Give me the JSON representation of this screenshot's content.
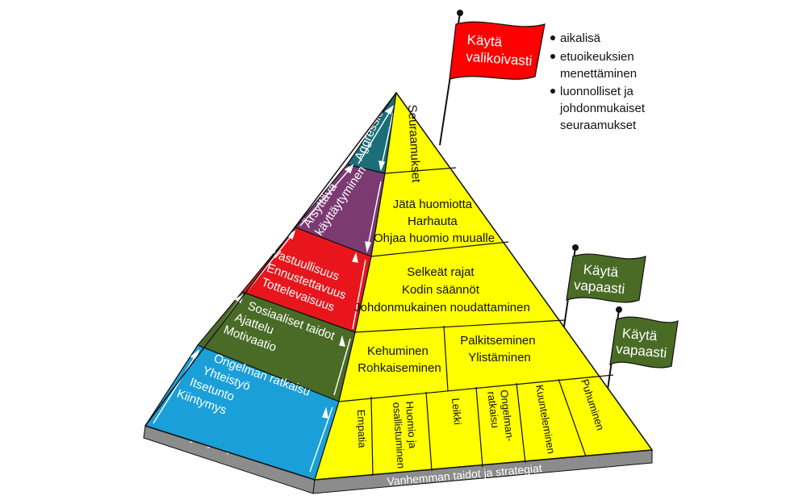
{
  "left_face": {
    "base_label": "Hyödyt lapselle",
    "levels": [
      {
        "lines": [
          "Aggressio"
        ],
        "color": "#1b6e78"
      },
      {
        "lines": [
          "Ärsyttävä",
          "käyttäytyminen"
        ],
        "color": "#7b3a72"
      },
      {
        "lines": [
          "Vastuullisuus",
          "Ennustettavuus",
          "Tottelevaisuus"
        ],
        "color": "#e8161c"
      },
      {
        "lines": [
          "Sosiaaliset taidot",
          "Ajattelu",
          "Motivaatio"
        ],
        "color": "#4a6b26"
      },
      {
        "lines": [
          "Ongelman ratkaisu",
          "Yhteistyö",
          "Itsetunto",
          "Kiintymys"
        ],
        "color": "#1a9fd9"
      }
    ]
  },
  "right_face": {
    "color": "#ffff00",
    "base_label": "Vanhemman taidot ja strategiat",
    "apex_label": "Seuraamukset",
    "level2": [
      "Jätä huomiotta",
      "Harhauta",
      "Ohjaa huomio muualle"
    ],
    "level3": [
      "Selkeät rajat",
      "Kodin säännöt",
      "Johdonmukainen noudattaminen"
    ],
    "level4_left": [
      "Kehuminen",
      "Rohkaiseminen"
    ],
    "level4_right": [
      "Palkitseminen",
      "Ylistäminen"
    ],
    "bottom_cells": [
      {
        "lines": [
          "Empatia"
        ]
      },
      {
        "lines": [
          "Huomio ja",
          "osallistuminen"
        ]
      },
      {
        "lines": [
          "Leikki"
        ]
      },
      {
        "lines": [
          "Ongelman-",
          "ratkaisu"
        ]
      },
      {
        "lines": [
          "Kuunteleminen"
        ]
      },
      {
        "lines": [
          "Puhuminen"
        ]
      }
    ]
  },
  "flags": {
    "red": {
      "lines": [
        "Käytä",
        "valikoivasti"
      ],
      "color": "#ff0000"
    },
    "green1": {
      "lines": [
        "Käytä",
        "vapaasti"
      ],
      "color": "#4a6b26"
    },
    "green2": {
      "lines": [
        "Käytä",
        "vapaasti"
      ],
      "color": "#4a6b26"
    }
  },
  "notes": [
    [
      "aikalisä"
    ],
    [
      "etuoikeuksien",
      "menettäminen"
    ],
    [
      "luonnolliset ja",
      "johdonmukaiset",
      "seuraamukset"
    ]
  ]
}
